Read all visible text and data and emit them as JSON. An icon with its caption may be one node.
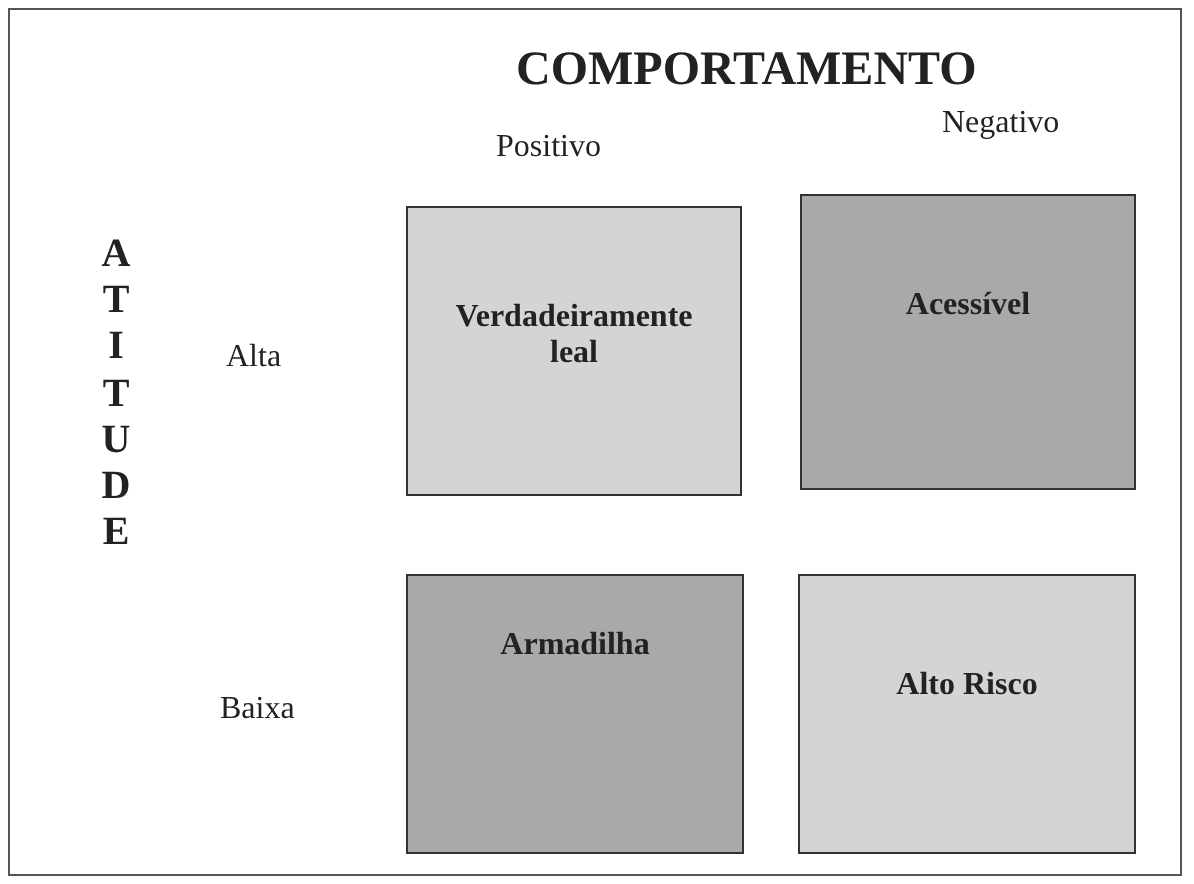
{
  "diagram": {
    "title": "COMPORTAMENTO",
    "nodes": [
      {
        "text": [
          "Verdadeiramente leal"
        ]
      },
      {
        "text": [
          "Acessível"
        ]
      },
      {
        "text": [
          "Armadilha"
        ]
      },
      {
        "text": [
          "Alto Risco"
        ]
      }
    ],
    "labels": [
      "Positivo",
      "Negativo",
      "ATITUDE",
      "Alta",
      "Baixa"
    ]
  }
}
